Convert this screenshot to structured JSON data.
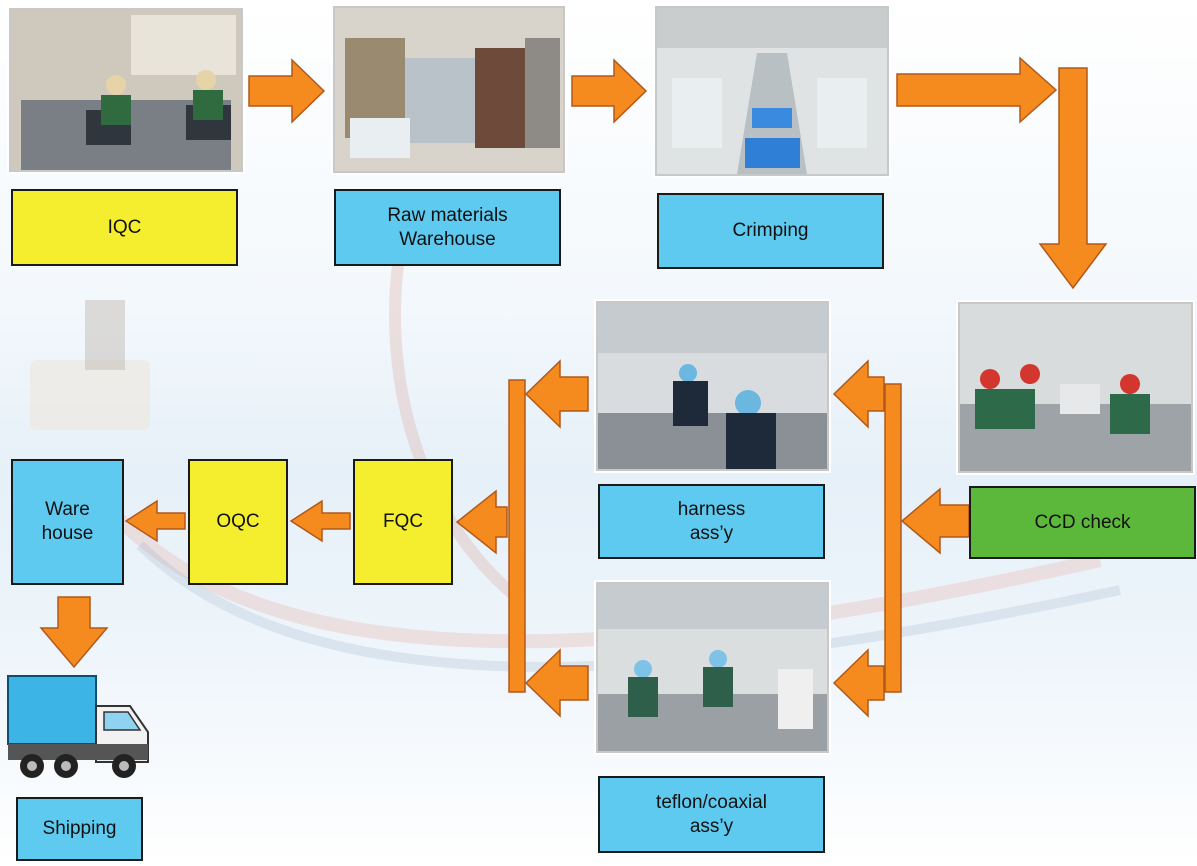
{
  "steps": {
    "iqc": "IQC",
    "raw_warehouse": "Raw materials\nWarehouse",
    "crimping": "Crimping",
    "ccd_check": "CCD check",
    "harness": "harness\nass’y",
    "teflon": "teflon/coaxial\nass’y",
    "fqc": "FQC",
    "oqc": "OQC",
    "warehouse": "Ware\nhouse",
    "shipping": "Shipping"
  },
  "colors": {
    "arrow": "#f58a1f",
    "yellow_box": "#f5ee2e",
    "blue_box": "#5fcaf0",
    "green_box": "#5cb83a"
  },
  "icons": {
    "truck": "delivery-truck-icon"
  }
}
